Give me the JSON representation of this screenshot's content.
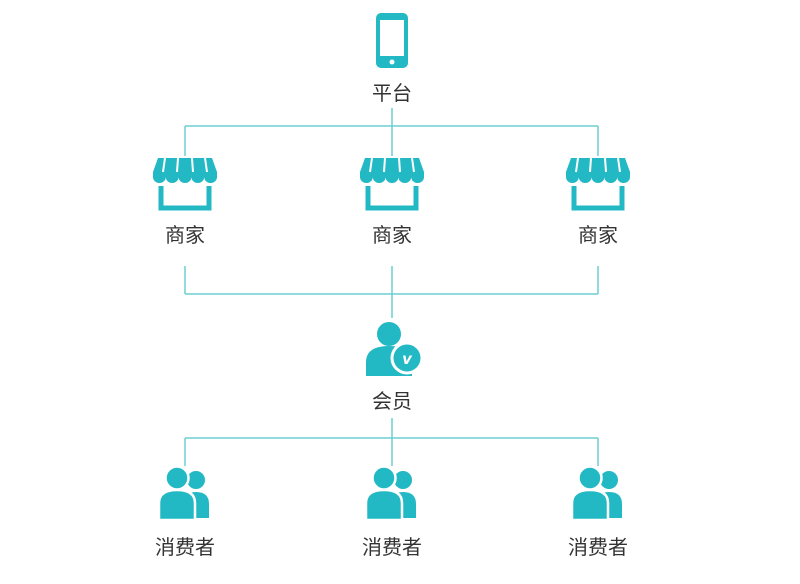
{
  "colors": {
    "accent": "#22b8c4",
    "line": "#6dcdd3",
    "text": "#333333"
  },
  "nodes": {
    "platform": {
      "label": "平台",
      "icon": "mobile-phone-icon"
    },
    "merchants": [
      {
        "label": "商家",
        "icon": "storefront-icon"
      },
      {
        "label": "商家",
        "icon": "storefront-icon"
      },
      {
        "label": "商家",
        "icon": "storefront-icon"
      }
    ],
    "member": {
      "label": "会员",
      "icon": "verified-user-icon",
      "badge": "v"
    },
    "consumers": [
      {
        "label": "消费者",
        "icon": "user-group-icon"
      },
      {
        "label": "消费者",
        "icon": "user-group-icon"
      },
      {
        "label": "消费者",
        "icon": "user-group-icon"
      }
    ]
  }
}
